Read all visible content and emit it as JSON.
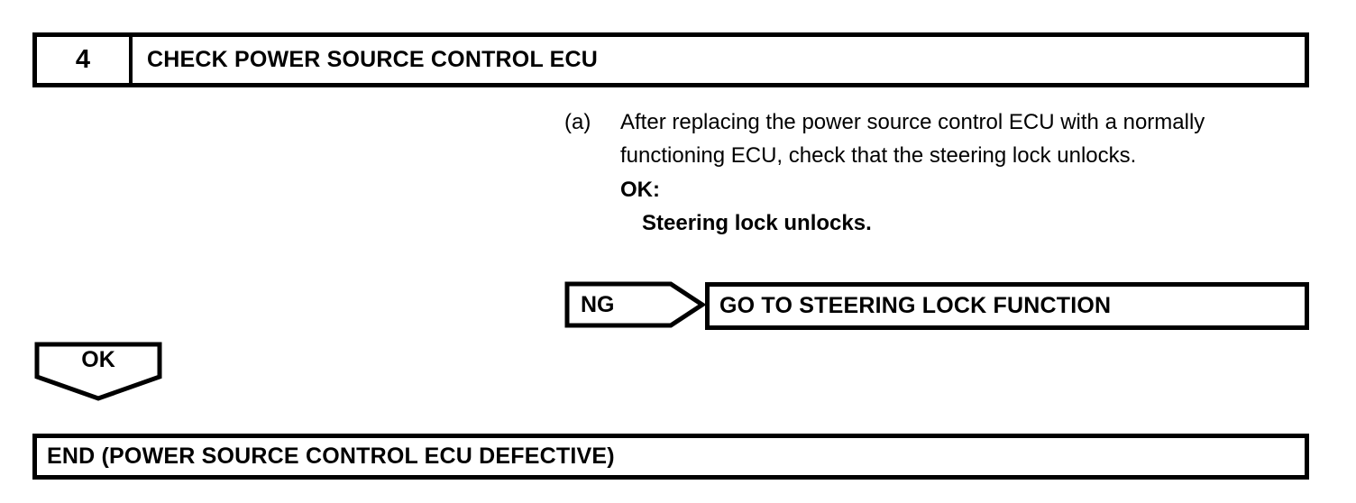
{
  "step": {
    "number": "4",
    "title": "CHECK POWER SOURCE CONTROL ECU"
  },
  "instruction": {
    "marker": "(a)",
    "text": "After replacing the power source control ECU with a normally functioning ECU, check that the steering lock unlocks.",
    "ok_label": "OK:",
    "ok_value": "Steering lock unlocks."
  },
  "branches": {
    "ng": {
      "label": "NG",
      "result": "GO TO STEERING LOCK FUNCTION"
    },
    "ok": {
      "label": "OK",
      "result": "END (POWER SOURCE CONTROL ECU DEFECTIVE)"
    }
  },
  "colors": {
    "ink": "#000000",
    "paper": "#ffffff"
  }
}
